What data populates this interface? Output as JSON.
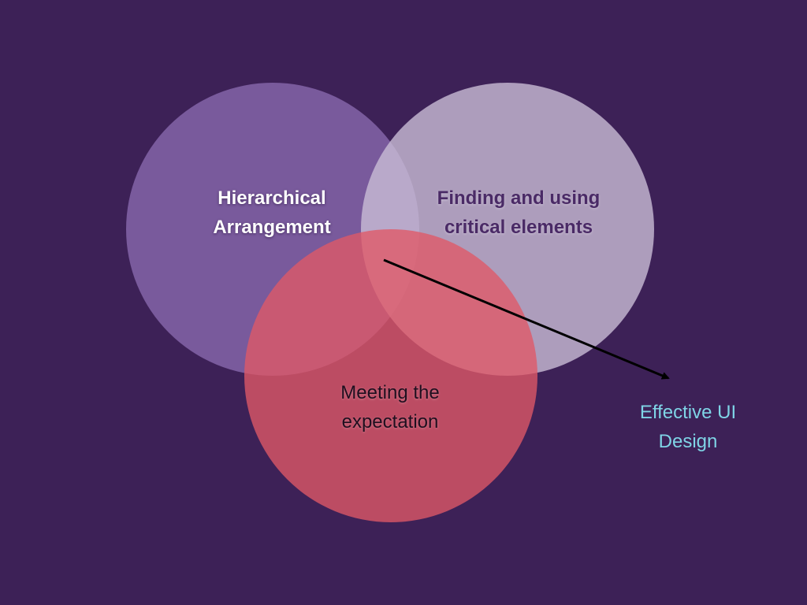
{
  "diagram": {
    "sets": [
      {
        "id": "hier",
        "lines": [
          "Hierarchical",
          "Arrangement"
        ],
        "color": "#8d6db3"
      },
      {
        "id": "find",
        "lines": [
          "Finding and using",
          "critical elements"
        ],
        "color": "#c9bdd6"
      },
      {
        "id": "meet",
        "lines": [
          "Meeting the",
          "expectation"
        ],
        "color": "#e05866"
      }
    ],
    "arrow_color": "#000000",
    "outcome": {
      "lines": [
        "Effective UI",
        "Design"
      ],
      "color": "#7fd4e6"
    },
    "background": "#3d2157"
  }
}
